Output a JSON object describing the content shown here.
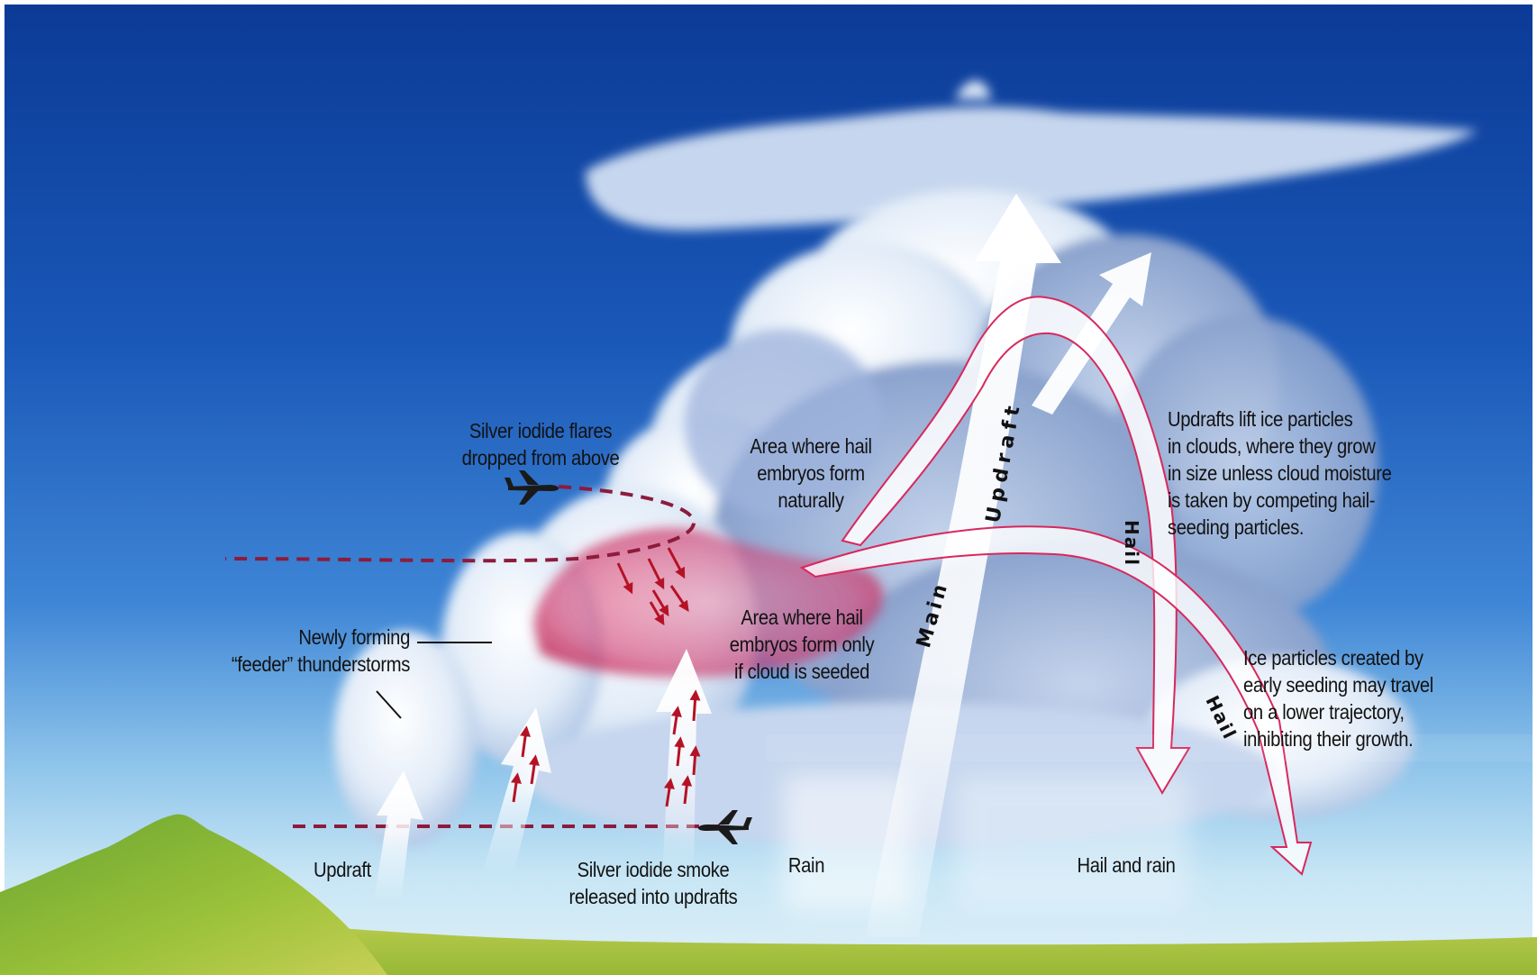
{
  "diagram": {
    "labels": {
      "flares": "Silver iodide flares\ndropped from above",
      "natural_embryos": "Area where hail\nembryos form\nnaturally",
      "seeded_embryos": "Area where hail\nembryos form only\nif cloud is seeded",
      "updrafts_lift": "Updrafts lift ice particles\nin clouds, where they grow\nin size unless cloud moisture\nis taken by competing hail-\nseeding particles.",
      "feeder": "Newly forming\n“feeder” thunderstorms",
      "ice_particles": "Ice particles created by\nearly seeding may travel\non a lower trajectory,\ninhibiting their growth.",
      "updraft_bottom": "Updraft",
      "smoke": "Silver iodide smoke\nreleased into updrafts",
      "rain": "Rain",
      "hail_and_rain": "Hail and rain"
    },
    "arrow_labels": {
      "main": "Main",
      "updraft": "Updraft",
      "hail_upper": "Hail",
      "hail_lower": "Hail"
    },
    "colors": {
      "sky_top": "#0b3a96",
      "sky_mid": "#2f78cf",
      "sky_low": "#a9d6ee",
      "cloud": "#eef4fb",
      "seed_zone": "#d23a6e",
      "dashed_path": "#8c1b3c",
      "red_arrow": "#b51225",
      "ground": "#9cc23a",
      "mountain": "#4f8f2a"
    },
    "icons": [
      "airplane-icon"
    ]
  }
}
